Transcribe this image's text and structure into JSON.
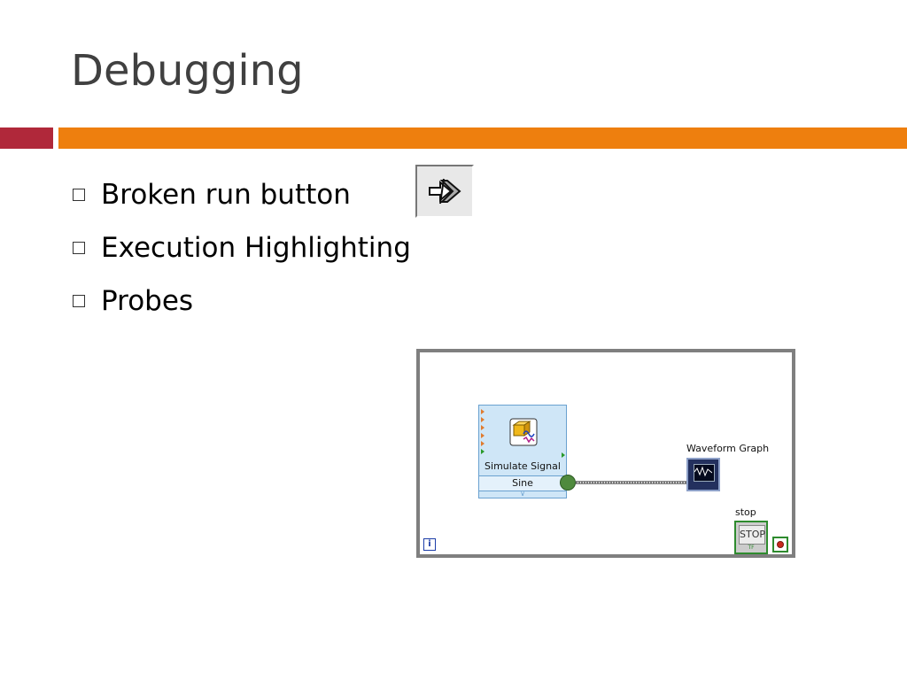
{
  "slide": {
    "title": "Debugging",
    "accent_colors": {
      "red": "#b0283a",
      "orange": "#ee7f0e"
    }
  },
  "bullets": [
    {
      "text": "Broken run button"
    },
    {
      "text": "Execution Highlighting"
    },
    {
      "text": "Probes"
    }
  ],
  "icons": {
    "run_button": "broken-run-arrow-icon",
    "simulate": "simulate-signal-icon",
    "waveform": "waveform-graph-icon",
    "stop": "stop-button-icon",
    "iteration": "iteration-terminal-icon",
    "condition": "loop-condition-icon"
  },
  "diagram": {
    "simulate_signal_label": "Simulate Signal",
    "simulate_signal_mode": "Sine",
    "waveform_label": "Waveform Graph",
    "stop_label": "stop",
    "stop_value": "TF",
    "iteration_label": "i"
  }
}
